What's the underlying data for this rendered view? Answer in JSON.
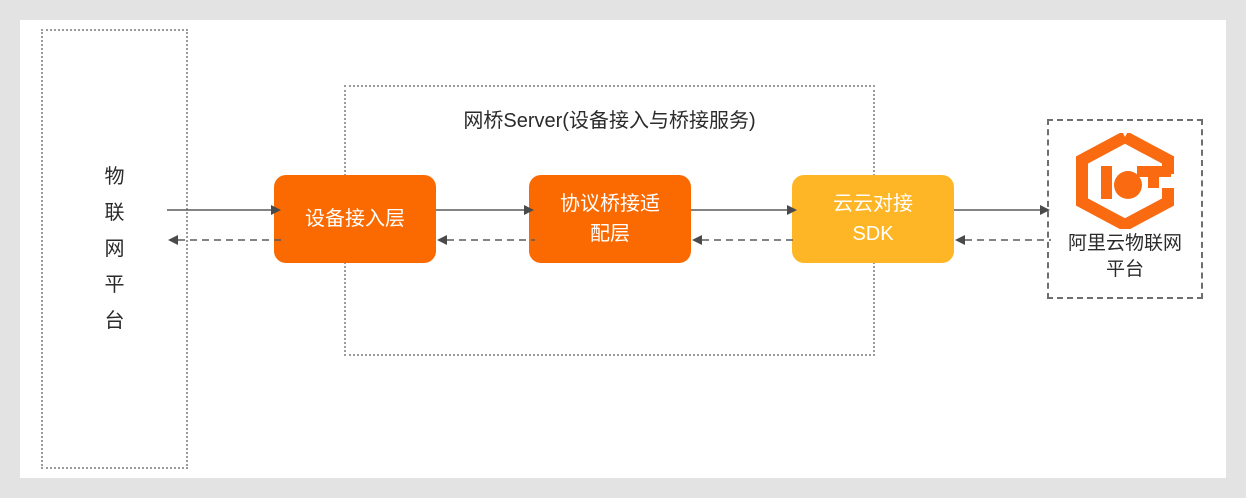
{
  "canvas": {
    "background": "#ffffff",
    "page_background": "#e3e3e3"
  },
  "colors": {
    "box_orange": "#fb6a00",
    "box_amber": "#ffb626",
    "logo_orange": "#f96a11",
    "text_dark": "#2b2b2b",
    "border_dotted": "#9b9b9b",
    "border_dashed": "#6e6e6e",
    "connector": "#5a5a5a"
  },
  "left_platform": {
    "label": "物\n联\n网\n平\n台"
  },
  "bridge_group": {
    "title": "网桥Server(设备接入与桥接服务)",
    "boxes": [
      {
        "id": "device-access-layer",
        "label": "设备接入层",
        "color": "#fb6a00"
      },
      {
        "id": "protocol-bridge-adapter-layer",
        "label": "协议桥接适\n配层",
        "color": "#fb6a00"
      },
      {
        "id": "cloud-to-cloud-sdk",
        "label": "云云对接\nSDK",
        "color": "#ffb626"
      }
    ]
  },
  "iot_platform": {
    "logo": "iot-hexagon-logo",
    "label": "阿里云物联网\n平台"
  },
  "connectors": [
    {
      "id": "platform-to-access",
      "style": "solid",
      "direction": "right"
    },
    {
      "id": "access-to-platform",
      "style": "dashed",
      "direction": "left"
    },
    {
      "id": "access-to-adapter",
      "style": "solid",
      "direction": "right"
    },
    {
      "id": "adapter-to-access",
      "style": "dashed",
      "direction": "left"
    },
    {
      "id": "adapter-to-sdk",
      "style": "solid",
      "direction": "right"
    },
    {
      "id": "sdk-to-adapter",
      "style": "dashed",
      "direction": "left"
    },
    {
      "id": "sdk-to-iot",
      "style": "solid",
      "direction": "right"
    },
    {
      "id": "iot-to-sdk",
      "style": "dashed",
      "direction": "left"
    }
  ]
}
